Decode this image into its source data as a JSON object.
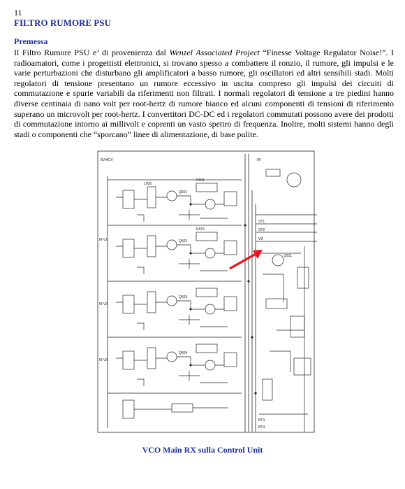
{
  "page_number": "11",
  "title": "FILTRO RUMORE PSU",
  "section": {
    "heading": "Premessa",
    "para_part1": "Il Filtro Rumore PSU e’ di provenienza dal ",
    "para_italic": "Wenzel Associated Project",
    "para_part2": "  “Finesse Voltage Regulator Noise!”.  I radioamatori, come i progettisti elettronici, si trovano spesso a combattere il ronzio, il rumore, gli impulsi e le varie perturbazioni che disturbano gli amplificatori a basso rumore, gli oscillatori ed altri sensibili stadi. Molti regolatori di tensione presentano un rumore eccessivo in uscita compreso gli impulsi dei circuiti di commutazione e spurie variabili da riferimenti non filtrati. I normali regolatori di tensione a tre piedini hanno diverse centinaia di nano volt per root-hertz di rumore bianco ed alcuni componenti  di tensioni di riferimento superano un microvolt per root-hertz.  I convertitori DC-DC ed i regolatori commutati possono avere dei prodotti di commutazione intorno ai millivolt e coprenti un vasto spettro di frequenza. Inoltre, molti sistemi hanno degli stadi o componenti che “sporcano” linee di alimentazione, di base pulite."
  },
  "figure": {
    "caption": "VCO Main RX sulla Control Unit",
    "labels": {
      "top_left": "8V/ACV",
      "r1": "R601",
      "r2": "R615",
      "l1": "L605",
      "q1": "Q601",
      "q2": "Q602",
      "q3": "Q603",
      "q4": "Q604",
      "side1": "M-V1",
      "side2": "M-V2",
      "side3": "M-V3",
      "right1": "8V",
      "right2": "VD",
      "right3": "ST1",
      "right4": "ST2",
      "right5": "Q611",
      "bottom1": "BT3",
      "bottom2": "BT4"
    },
    "arrow_color": "#e8141c",
    "text_color": "#1f2f9e"
  }
}
